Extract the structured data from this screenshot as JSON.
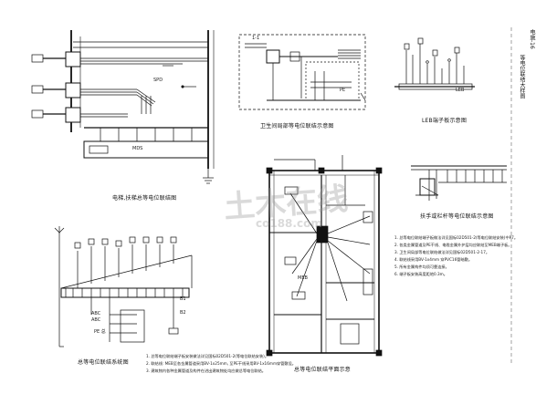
{
  "captions": {
    "d1": "电梯,扶梯总等电位联结图",
    "d2": "卫生间局部等电位联结示意图",
    "d3": "LEB端子板示意图",
    "d4": "扶手或栏杆等电位联结示意图",
    "d5": "总等电位联结平面示意",
    "d6": "总等电位联结系统图",
    "d7": "等电位联结大样图"
  },
  "labels": {
    "mds": "MDS",
    "spd": "SPD",
    "pe": "PE",
    "mb": "MEB",
    "leb_box": "LEB",
    "seg_label": "1-1",
    "b1": "ABC",
    "b2": "ABC",
    "b3": "B1",
    "r1": "B2",
    "pe_box": "PE 总"
  },
  "notes": [
    "1. 总等电位联结端子板做法详见国标02D501-2(等电位联结安装)中P7。",
    "2. 各类金属管道及PE干线、电缆金属外护层均应联结至MEB端子板。",
    "3. 卫生间局部等电位联结做法详见国标02D501-2-17。",
    "4. 联结线采用BV-1x4mm 穿PVC16管暗敷。",
    "5. 所有金属构件均须可靠连接。",
    "6. 端子板安装高度距地0.3m。"
  ],
  "bottom_notes": [
    "1. 总等电位联结端子板安装做法详见国标02D501-2(等电位联结安装)。",
    "2. 联结线: MEB至各金属管道采用BV-1x25mm, 至PE干线采用BV-1x16mm穿管敷设。",
    "3. 建筑物内各种金属管道及构件在进出建筑物处均应做总等电位联结。"
  ],
  "side_text": {
    "title": "等电位联结大样图",
    "sheet_no": "电施-16"
  },
  "watermark": {
    "main": "土木在线",
    "sub": "co188.com"
  }
}
